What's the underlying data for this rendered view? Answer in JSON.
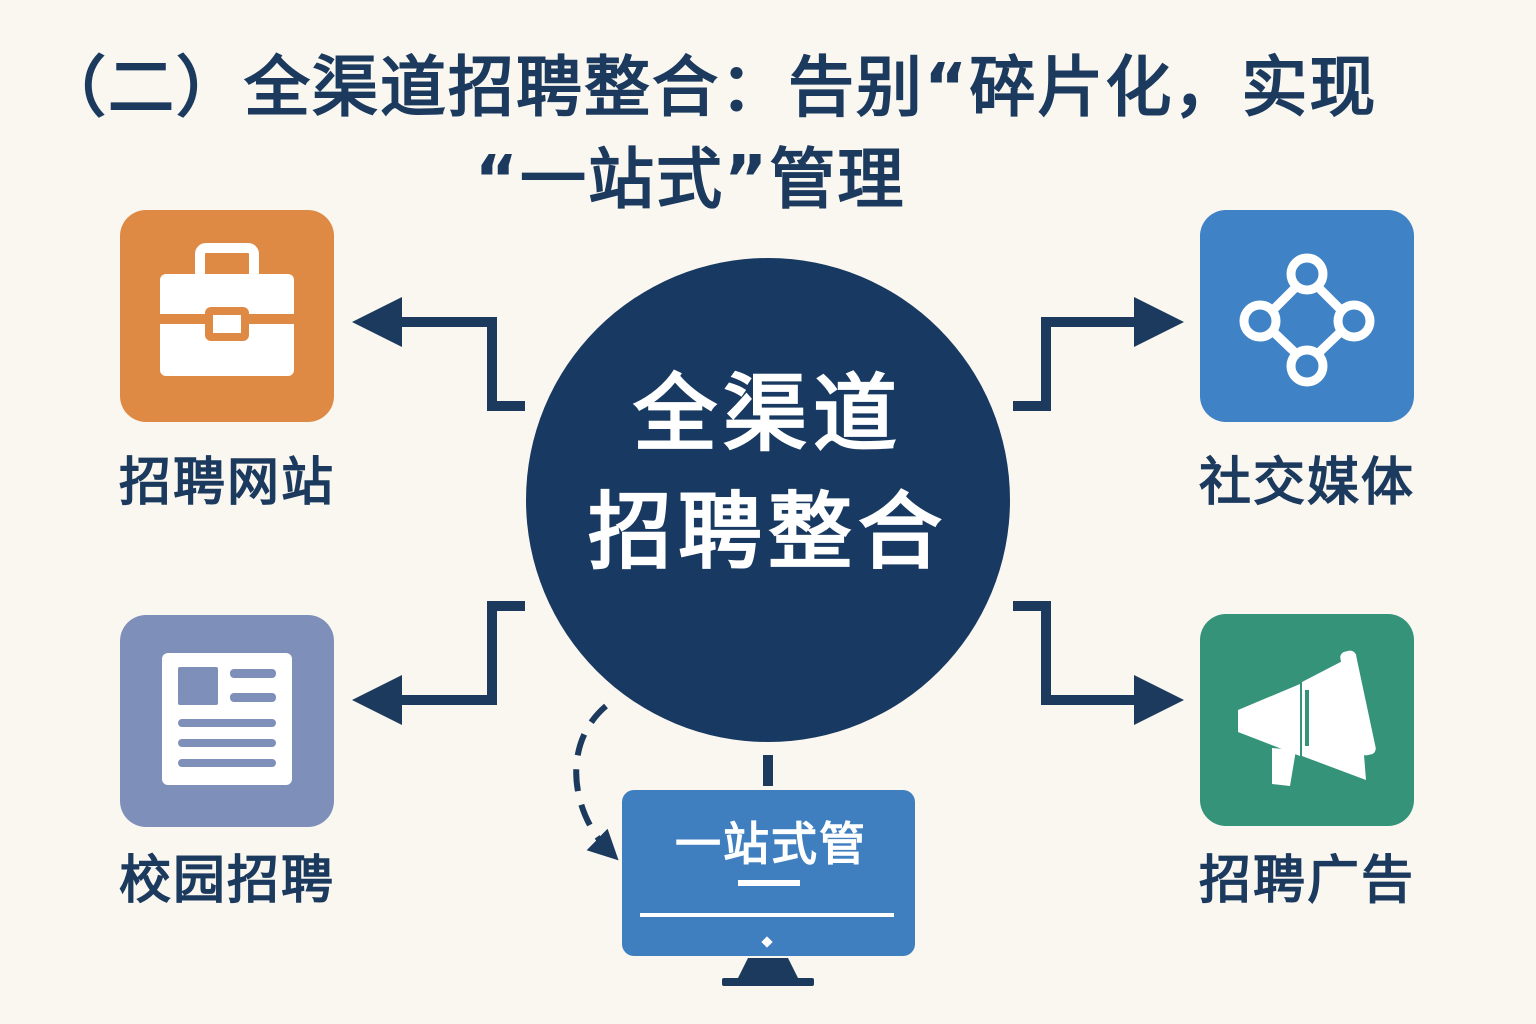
{
  "title": {
    "line1": "（二）全渠道招聘整合：告别“碎片化，实现",
    "line2": "“一站式”管理"
  },
  "hub": {
    "line1": "全渠道",
    "line2": "招聘整合"
  },
  "channels": [
    {
      "label": "招聘网站",
      "icon": "briefcase-icon",
      "color": "#de8a45"
    },
    {
      "label": "社交媒体",
      "icon": "network-nodes-icon",
      "color": "#3f82c6"
    },
    {
      "label": "校园招聘",
      "icon": "document-icon",
      "color": "#7e90ba"
    },
    {
      "label": "招聘广告",
      "icon": "megaphone-icon",
      "color": "#349378"
    }
  ],
  "monitor": {
    "label": "一站式管",
    "icon": "monitor-icon",
    "color": "#3f7fc0"
  },
  "colors": {
    "background": "#faf7f1",
    "navy": "#1b3a5e",
    "hub": "#183961"
  }
}
